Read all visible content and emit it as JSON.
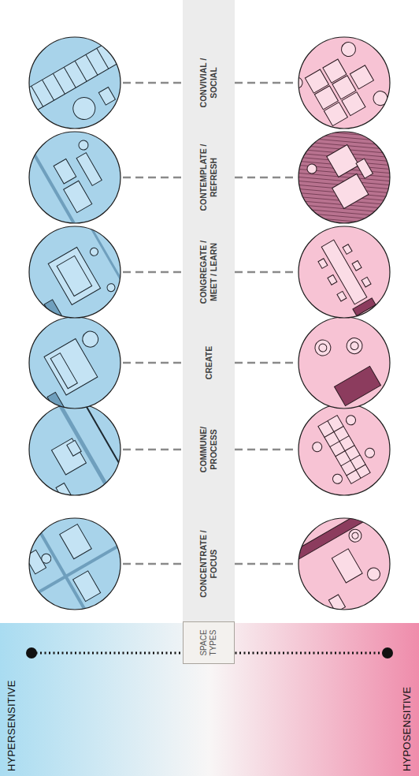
{
  "diagram": {
    "nodes": [
      {
        "text": [
          "SPACE TYPES"
        ]
      }
    ],
    "labels": [
      "HYPERSENSITIVE",
      "HYPOSENSITIVE",
      "CONCENTRATE / FOCUS",
      "COMMUNE/ PROCESS",
      "CREATE",
      "CONGREGATE / MEET / LEARN",
      "CONTEMPLATE / REFRESH",
      "CONVIVIAL / SOCIAL"
    ]
  }
}
